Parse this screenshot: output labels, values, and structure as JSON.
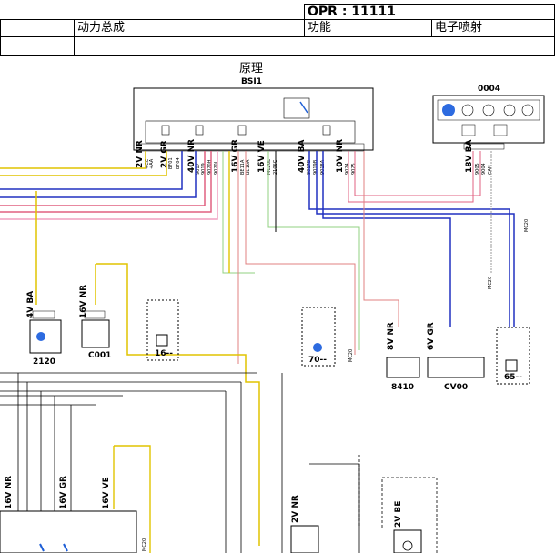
{
  "header": {
    "opr": "OPR : 11111",
    "system": "动力总成",
    "category": "功能",
    "subsystem": "电子喷射"
  },
  "title": "原理",
  "components": {
    "bsi": {
      "name": "BSI1"
    },
    "c0004": {
      "name": "0004"
    },
    "c2120": {
      "name": "2120",
      "conn": "4V BA"
    },
    "c001": {
      "name": "C001",
      "conn": "16V NR"
    },
    "c16": {
      "name": "16--"
    },
    "c70": {
      "name": "70--"
    },
    "c8410": {
      "name": "8410",
      "conn": "8V NR"
    },
    "cv00": {
      "name": "CV00",
      "conn": "6V GR"
    },
    "c65": {
      "name": "65--"
    }
  },
  "connectors": {
    "bsi_1": "2V NR",
    "bsi_2": "2V GR",
    "bsi_3": "40V NR",
    "bsi_4": "16V GR",
    "bsi_5": "16V VE",
    "bsi_6": "40V BA",
    "bsi_7": "10V NR",
    "c0004_1": "18V BA",
    "bot_1": "16V NR",
    "bot_2": "16V GR",
    "bot_3": "16V VE",
    "bot_4": "2V NR",
    "bot_5": "2V BE"
  },
  "wire_codes": {
    "w1": "+CC",
    "w2": "+AA",
    "w3": "BF01",
    "w4": "BF04",
    "w5": "9017",
    "w6": "9019",
    "w7": "9020H",
    "w8": "9020L",
    "w9": "BE11A",
    "w10": "BE16A",
    "w11": "MC20E",
    "w12": "2106C",
    "w13": "9017B",
    "w14": "9019B",
    "w15": "9018A",
    "w16": "9024",
    "w17": "9025",
    "w18": "9005",
    "w19": "9004",
    "w20": "CAN",
    "w21": "MC20",
    "w22": "MC20",
    "w23": "MC20",
    "w24": "MC20"
  }
}
